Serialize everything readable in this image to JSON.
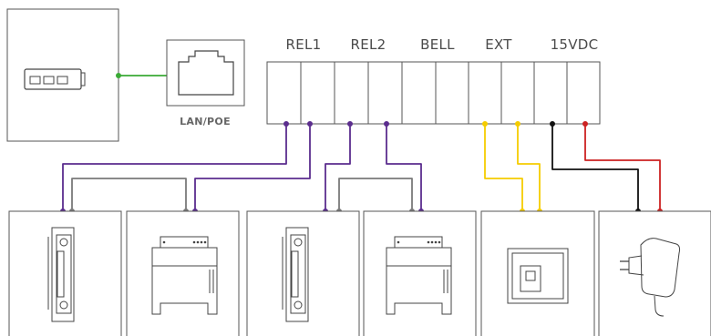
{
  "terminal_labels": {
    "rel1": "REL1",
    "rel2": "REL2",
    "bell": "BELL",
    "ext": "EXT",
    "dc": "15VDC"
  },
  "lan_label": "LAN/POE",
  "colors": {
    "lan": "#3aaa35",
    "relay": "#5b2d8e",
    "relay_common": "#7a7a7a",
    "ext": "#f5cc00",
    "power_negative": "#111111",
    "power_positive": "#cc2222",
    "outline": "#555555"
  },
  "devices": [
    {
      "icon": "door-strike-icon"
    },
    {
      "icon": "din-rail-module-icon"
    },
    {
      "icon": "door-strike-icon"
    },
    {
      "icon": "din-rail-module-icon"
    },
    {
      "icon": "exit-button-icon"
    },
    {
      "icon": "power-adapter-icon"
    }
  ]
}
